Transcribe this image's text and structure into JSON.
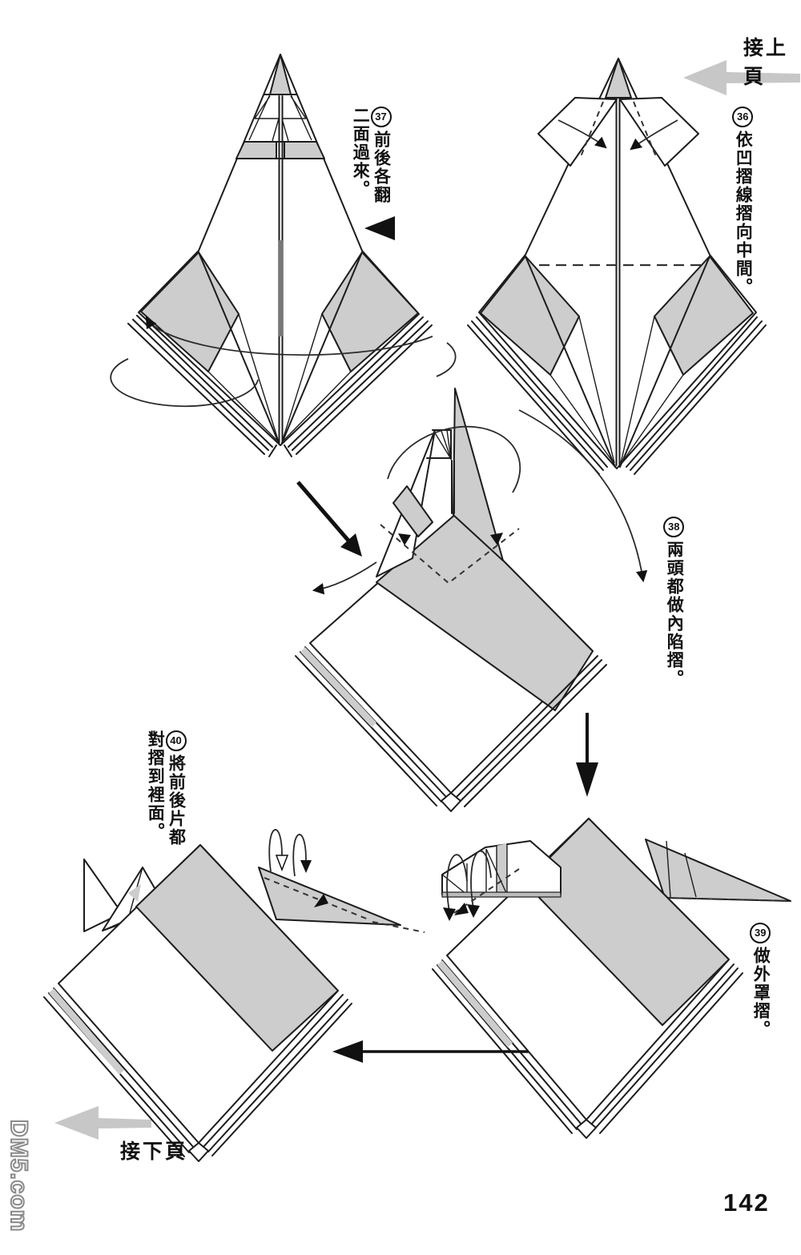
{
  "page": {
    "number": "142",
    "prev_link": "接上頁",
    "next_link": "接下頁",
    "watermark": "DM5.com"
  },
  "steps": [
    {
      "label": "36",
      "text": "依凹摺線摺向中間。"
    },
    {
      "label": "37",
      "text": "前後各翻二面過來。"
    },
    {
      "label": "38",
      "text": "兩頭都做內陷摺。"
    },
    {
      "label": "39",
      "text": "做外罩摺。"
    },
    {
      "label": "40",
      "text": "將前後片都對摺到裡面。"
    }
  ],
  "figures": [
    "origami-step-36-fold-to-center",
    "origami-step-37-flip-two-layers",
    "origami-step-38-inside-reverse-folds",
    "origami-step-39-outside-crimp-fold",
    "origami-step-40-fold-flaps-inside"
  ],
  "colors": {
    "paper_shade": "#cdcdcd",
    "line": "#1c1c1c",
    "nav_arrow": "#c7c7c7",
    "watermark_outline": "#8a8a8a"
  }
}
